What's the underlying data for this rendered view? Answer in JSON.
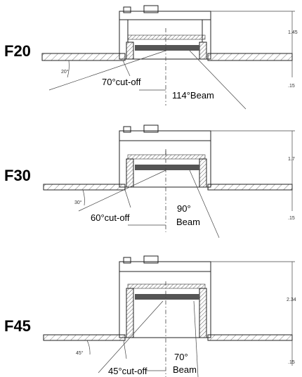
{
  "figures": [
    {
      "id": "F20",
      "label": "F20",
      "cutoff_label": "70°cut-off",
      "beam_label": "114°Beam",
      "beam_label_line2": "",
      "angle_label": "20°",
      "height_dim": "1.45",
      "thickness_dim": ".15"
    },
    {
      "id": "F30",
      "label": "F30",
      "cutoff_label": "60°cut-off",
      "beam_label": "90°",
      "beam_label_line2": "Beam",
      "angle_label": "30°",
      "height_dim": "1.7",
      "thickness_dim": ".15"
    },
    {
      "id": "F45",
      "label": "F45",
      "cutoff_label": "45°cut-off",
      "beam_label": "70°",
      "beam_label_line2": "Beam",
      "angle_label": "45°",
      "height_dim": "2.34",
      "thickness_dim": ".15"
    }
  ]
}
